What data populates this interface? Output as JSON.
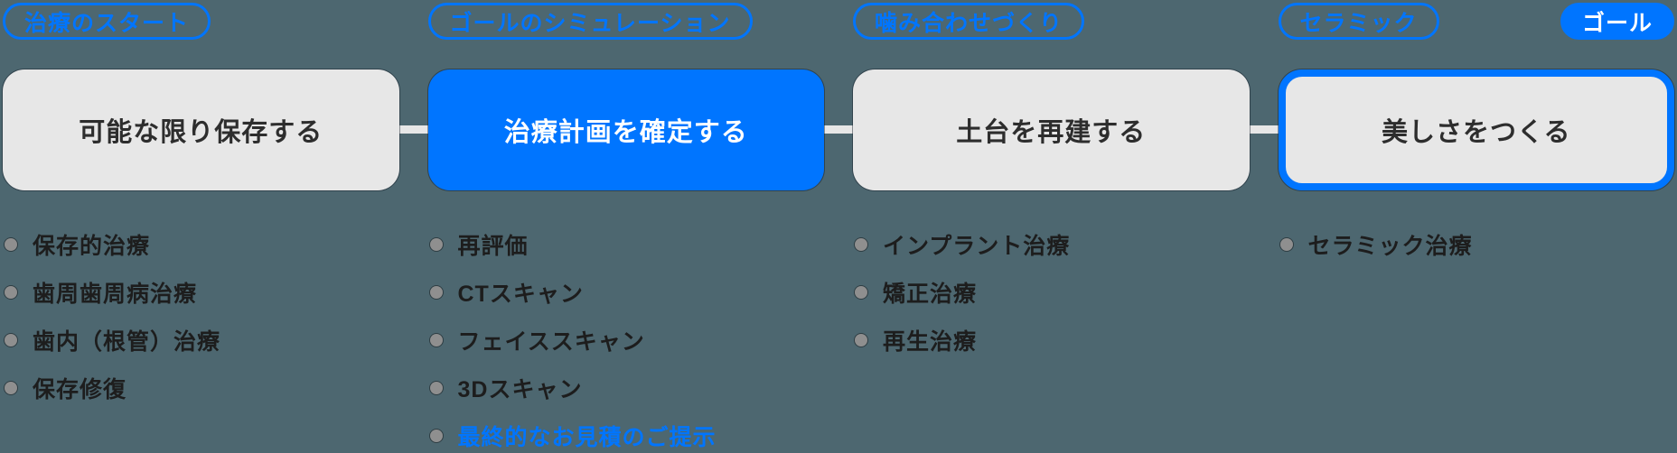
{
  "colors": {
    "accent": "#0075ff",
    "background": "#4d6770",
    "box_gray": "#e7e7e7",
    "bullet_dot": "#8f8f8f",
    "text_dark": "#1d1d1d"
  },
  "goal_badge": {
    "label": "ゴール"
  },
  "columns": [
    {
      "badge": "治療のスタート",
      "box_title": "可能な限り保存する",
      "variant": "gray",
      "bullets": [
        {
          "label": "保存的治療"
        },
        {
          "label": "歯周歯周病治療"
        },
        {
          "label": "歯内（根管）治療"
        },
        {
          "label": "保存修復"
        }
      ]
    },
    {
      "badge": "ゴールのシミュレーション",
      "box_title": "治療計画を確定する",
      "variant": "primary",
      "bullets": [
        {
          "label": "再評価"
        },
        {
          "label": "CTスキャン"
        },
        {
          "label": "フェイススキャン"
        },
        {
          "label": "3Dスキャン"
        },
        {
          "label": "最終的なお見積のご提示",
          "highlight": true
        }
      ]
    },
    {
      "badge": "噛み合わせづくり",
      "box_title": "土台を再建する",
      "variant": "gray",
      "bullets": [
        {
          "label": "インプラント治療"
        },
        {
          "label": "矯正治療"
        },
        {
          "label": "再生治療"
        }
      ]
    },
    {
      "badge": "セラミック",
      "box_title": "美しさをつくる",
      "variant": "outlined",
      "bullets": [
        {
          "label": "セラミック治療"
        }
      ]
    }
  ]
}
